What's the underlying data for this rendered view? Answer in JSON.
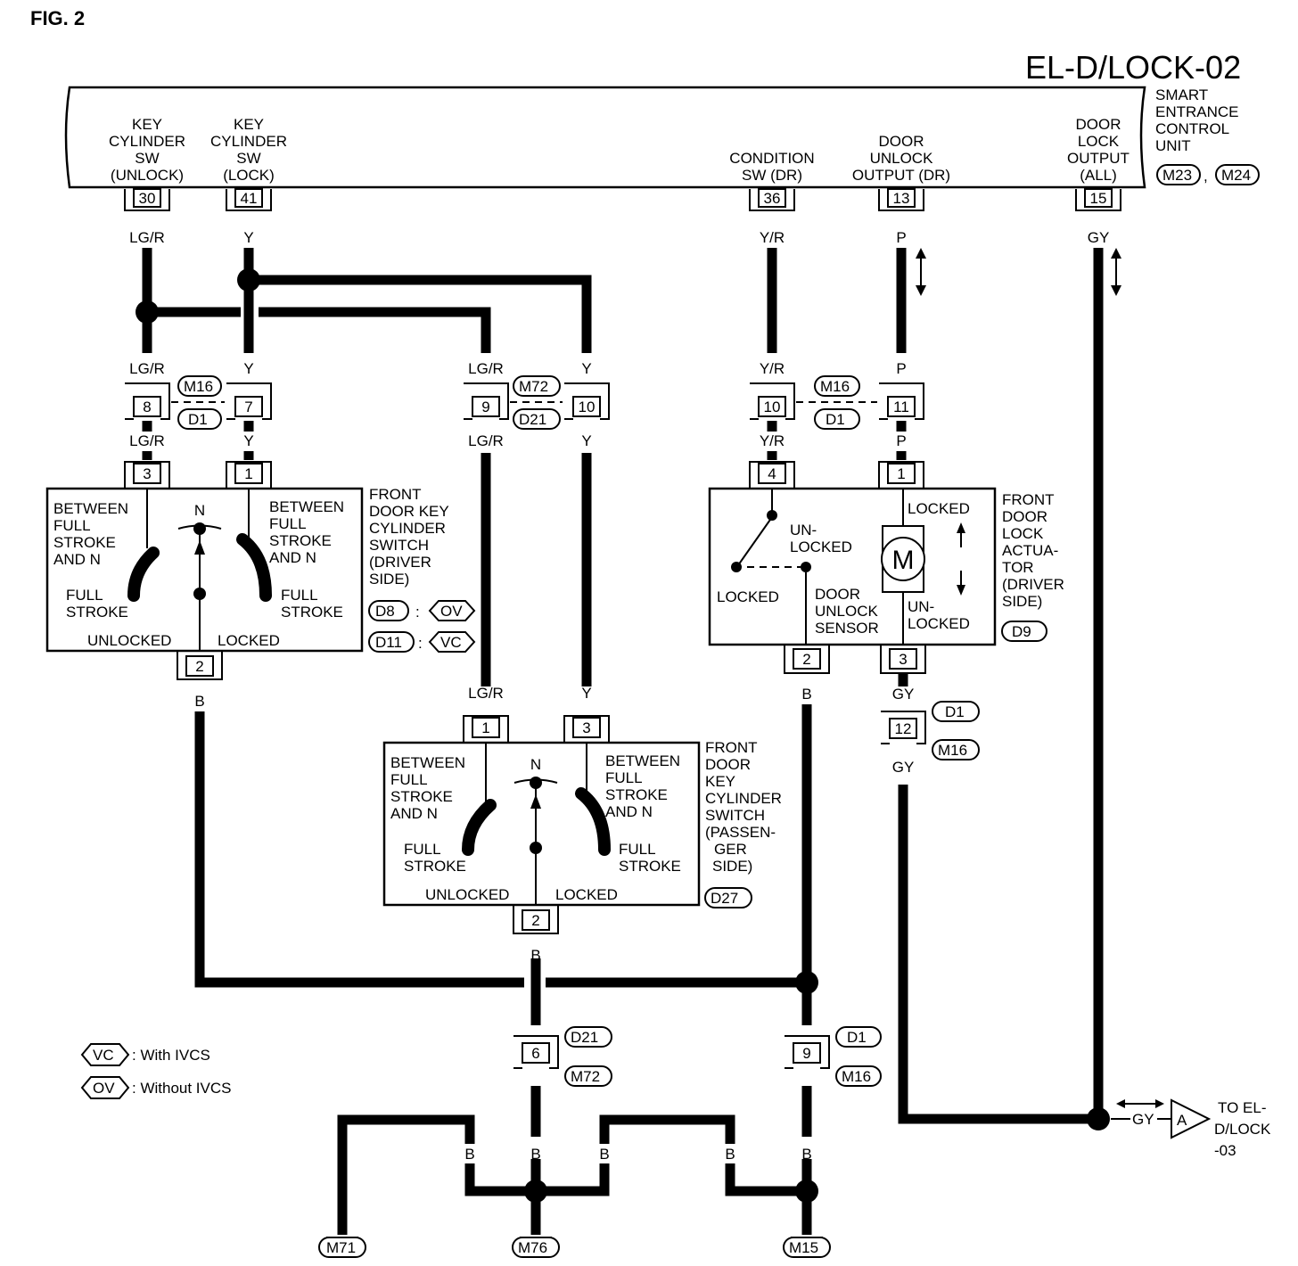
{
  "fig_label": "FIG. 2",
  "page_code": "EL-D/LOCK-02",
  "control_unit": {
    "name_lines": [
      "SMART",
      "ENTRANCE",
      "CONTROL",
      "UNIT"
    ],
    "connectors": [
      "M23",
      ",",
      "M24"
    ],
    "terminals": [
      {
        "id": "t30",
        "label_lines": [
          "KEY",
          "CYLINDER",
          "SW",
          "(UNLOCK)"
        ],
        "pin": "30",
        "wire": "LG/R"
      },
      {
        "id": "t41",
        "label_lines": [
          "KEY",
          "CYLINDER",
          "SW",
          "(LOCK)"
        ],
        "pin": "41",
        "wire": "Y"
      },
      {
        "id": "t36",
        "label_lines": [
          "CONDITION",
          "SW (DR)"
        ],
        "pin": "36",
        "wire": "Y/R"
      },
      {
        "id": "t13",
        "label_lines": [
          "DOOR",
          "UNLOCK",
          "OUTPUT (DR)"
        ],
        "pin": "13",
        "wire": "P"
      },
      {
        "id": "t15",
        "label_lines": [
          "DOOR",
          "LOCK",
          "OUTPUT",
          "(ALL)"
        ],
        "pin": "15",
        "wire": "GY"
      }
    ]
  },
  "junctions": {
    "m16_d1_a": {
      "pins": [
        "8",
        "7"
      ],
      "wires": [
        "LG/R",
        "Y",
        "LG/R",
        "Y"
      ],
      "tags": [
        "M16",
        "D1"
      ]
    },
    "m72_d21": {
      "pins": [
        "9",
        "10"
      ],
      "wires": [
        "LG/R",
        "Y",
        "LG/R",
        "Y"
      ],
      "tags": [
        "M72",
        "D21"
      ]
    },
    "m16_d1_b": {
      "pins": [
        "10",
        "11"
      ],
      "wires": [
        "Y/R",
        "P",
        "Y/R",
        "P"
      ],
      "tags": [
        "M16",
        "D1"
      ]
    },
    "d1_m16_c": {
      "pin": "12",
      "wires": [
        "GY",
        "GY"
      ],
      "tags": [
        "D1",
        "M16"
      ]
    },
    "d21_m72": {
      "pin": "6",
      "wires": [
        "B",
        "B"
      ],
      "tags": [
        "D21",
        "M72"
      ]
    },
    "d1_m16_d": {
      "pin": "9",
      "wires": [
        "B",
        "B"
      ],
      "tags": [
        "D1",
        "M16"
      ]
    }
  },
  "driver_switch": {
    "pins_top": [
      "3",
      "1"
    ],
    "pin_bottom": "2",
    "wire_bottom": "B",
    "left_lines": [
      "BETWEEN",
      "FULL",
      "STROKE",
      "AND N"
    ],
    "right_lines": [
      "BETWEEN",
      "FULL",
      "STROKE",
      "AND N"
    ],
    "n_label": "N",
    "full_left": [
      "FULL",
      "STROKE"
    ],
    "full_right": [
      "FULL",
      "STROKE"
    ],
    "unlocked": "UNLOCKED",
    "locked": "LOCKED",
    "name_lines": [
      "FRONT",
      "DOOR KEY",
      "CYLINDER",
      "SWITCH",
      "(DRIVER",
      "SIDE)"
    ],
    "variants": [
      {
        "conn": "D8",
        "sep": ":",
        "code": "OV"
      },
      {
        "conn": "D11",
        "sep": ":",
        "code": "VC"
      }
    ]
  },
  "passenger_switch": {
    "wires_top": [
      "LG/R",
      "Y"
    ],
    "pins_top": [
      "1",
      "3"
    ],
    "pin_bottom": "2",
    "wire_bottom": "B",
    "left_lines": [
      "BETWEEN",
      "FULL",
      "STROKE",
      "AND N"
    ],
    "right_lines": [
      "BETWEEN",
      "FULL",
      "STROKE",
      "AND N"
    ],
    "n_label": "N",
    "full_left": [
      "FULL",
      "STROKE"
    ],
    "full_right": [
      "FULL",
      "STROKE"
    ],
    "unlocked": "UNLOCKED",
    "locked": "LOCKED",
    "name_lines": [
      "FRONT",
      "DOOR",
      "KEY",
      "CYLINDER",
      "SWITCH",
      "(PASSEN-",
      "GER",
      "SIDE)"
    ],
    "conn": "D27"
  },
  "actuator": {
    "pins_top": [
      "4",
      "1"
    ],
    "pins_bottom": [
      "2",
      "3"
    ],
    "wires_bottom": [
      "B",
      "GY"
    ],
    "unlocked_lines": [
      "UN-",
      "LOCKED"
    ],
    "locked": "LOCKED",
    "sensor_lines": [
      "DOOR",
      "UNLOCK",
      "SENSOR"
    ],
    "motor": "M",
    "motor_locked": "LOCKED",
    "motor_unlocked": [
      "UN-",
      "LOCKED"
    ],
    "name_lines": [
      "FRONT",
      "DOOR",
      "LOCK",
      "ACTUA-",
      "TOR",
      "(DRIVER",
      " SIDE)"
    ],
    "conn": "D9"
  },
  "grounds": {
    "wires": [
      "B",
      "B",
      "B",
      "B",
      "B",
      "B",
      "B",
      "B"
    ],
    "labels": [
      "M71",
      "M76",
      "M15"
    ]
  },
  "crossref": {
    "wire": "GY",
    "tag": "A",
    "text_lines": [
      "TO EL-",
      "D/LOCK",
      "-03"
    ]
  },
  "legend": [
    {
      "code": "VC",
      "text": ": With IVCS"
    },
    {
      "code": "OV",
      "text": ": Without IVCS"
    }
  ]
}
